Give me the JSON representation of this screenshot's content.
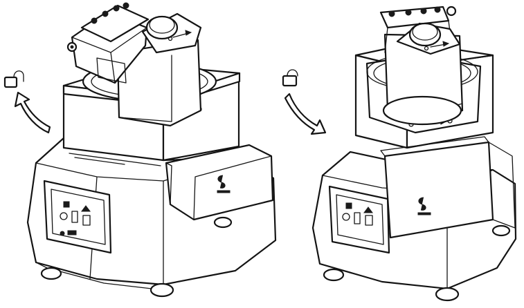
{
  "figures": [
    {
      "label": "unlocked",
      "padlock_icon": "padlock-open-icon",
      "arrow_icon": "curved-arrow-up-icon",
      "lid_state": "open"
    },
    {
      "label": "locked",
      "padlock_icon": "padlock-closed-icon",
      "arrow_icon": "curved-arrow-down-icon",
      "lid_state": "closed"
    }
  ],
  "colors": {
    "line": "#141414",
    "fill": "#ffffff",
    "shade": "#bdbdbd"
  }
}
